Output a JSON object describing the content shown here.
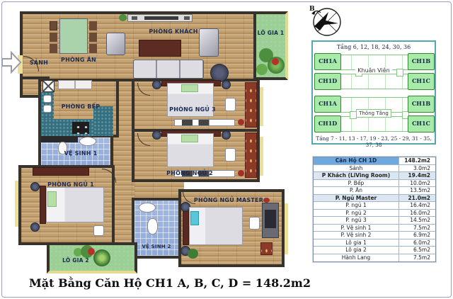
{
  "page": {
    "title": "Mặt Bằng Căn Hộ CH1 A, B, C, D = 148.2m2"
  },
  "compass": {
    "label": "B"
  },
  "floor_plan": {
    "rooms": [
      {
        "id": "sanh",
        "label": "SẢNH"
      },
      {
        "id": "phong-an",
        "label": "PHÒNG ĂN"
      },
      {
        "id": "phong-khach",
        "label": "PHÒNG KHÁCH"
      },
      {
        "id": "lo-gia-1",
        "label": "LÔ GIA 1"
      },
      {
        "id": "phong-bep",
        "label": "PHÒNG BẾP"
      },
      {
        "id": "ve-sinh-1",
        "label": "VỆ SINH 1"
      },
      {
        "id": "phong-ngu-3",
        "label": "PHÒNG NGỦ 3"
      },
      {
        "id": "phong-ngu-2",
        "label": "PHÒNG NGỦ 2"
      },
      {
        "id": "phong-ngu-1",
        "label": "PHÒNG NGỦ 1"
      },
      {
        "id": "ve-sinh-2",
        "label": "VỆ SINH 2"
      },
      {
        "id": "phong-ngu-master",
        "label": "PHÒNG NGỦ MASTER"
      },
      {
        "id": "lo-gia-2",
        "label": "LÔ GIA 2"
      }
    ]
  },
  "location_diagram": {
    "floors_top": "Tầng 6, 12, 18, 24, 30, 36",
    "floors_bottom": "Tầng 7 - 11, 13 - 17, 19 - 23, 25 - 29, 31 - 35, 37, 38",
    "block1": {
      "center_label": "Khuân Viên",
      "units": [
        "CH1A",
        "CH1B",
        "CH1D",
        "CH1C"
      ]
    },
    "block2": {
      "center_label": "Thông Tầng",
      "units": [
        "CH1A",
        "CH1B",
        "CH1D",
        "CH1C"
      ]
    }
  },
  "area_table": {
    "header": {
      "label": "Căn Hộ CH 1D",
      "value": "148.2m2"
    },
    "rows": [
      {
        "label": "Sảnh",
        "value": "3.0m2",
        "highlight": false
      },
      {
        "label": "P Khách (LiVing Room)",
        "value": "19.4m2",
        "highlight": true
      },
      {
        "label": "P. Bếp",
        "value": "10.0m2",
        "highlight": false
      },
      {
        "label": "P. Ăn",
        "value": "13.5m2",
        "highlight": false
      },
      {
        "label": "P. Ngủ Master",
        "value": "21.0m2",
        "highlight": true
      },
      {
        "label": "P. ngủ 1",
        "value": "16.4m2",
        "highlight": false
      },
      {
        "label": "P. ngủ 2",
        "value": "16.0m2",
        "highlight": false
      },
      {
        "label": "P. ngủ 3",
        "value": "14.5m2",
        "highlight": false
      },
      {
        "label": "P. Vệ sinh 1",
        "value": "7.5m2",
        "highlight": false
      },
      {
        "label": "P. Vệ sinh 2",
        "value": "6.9m2",
        "highlight": false
      },
      {
        "label": "Lô gia 1",
        "value": "6.0m2",
        "highlight": false
      },
      {
        "label": "Lô gia 2",
        "value": "6.5m2",
        "highlight": false
      },
      {
        "label": "Hành Lang",
        "value": "7.5m2",
        "highlight": false
      }
    ]
  },
  "colors": {
    "table_header_blue": "#6fa8dc",
    "table_highlight_blue": "#dce6f1",
    "diagram_border_teal": "#55a8b2",
    "unit_green": "#a8eaa8",
    "balcony_green": "#9ccf96",
    "wall_dark": "#38322c",
    "wood_floor": "#c4a06e",
    "bath_tile_blue": "#8fa9d9",
    "counter_teal": "#34707f",
    "window_yellow": "#ecdf9a"
  }
}
